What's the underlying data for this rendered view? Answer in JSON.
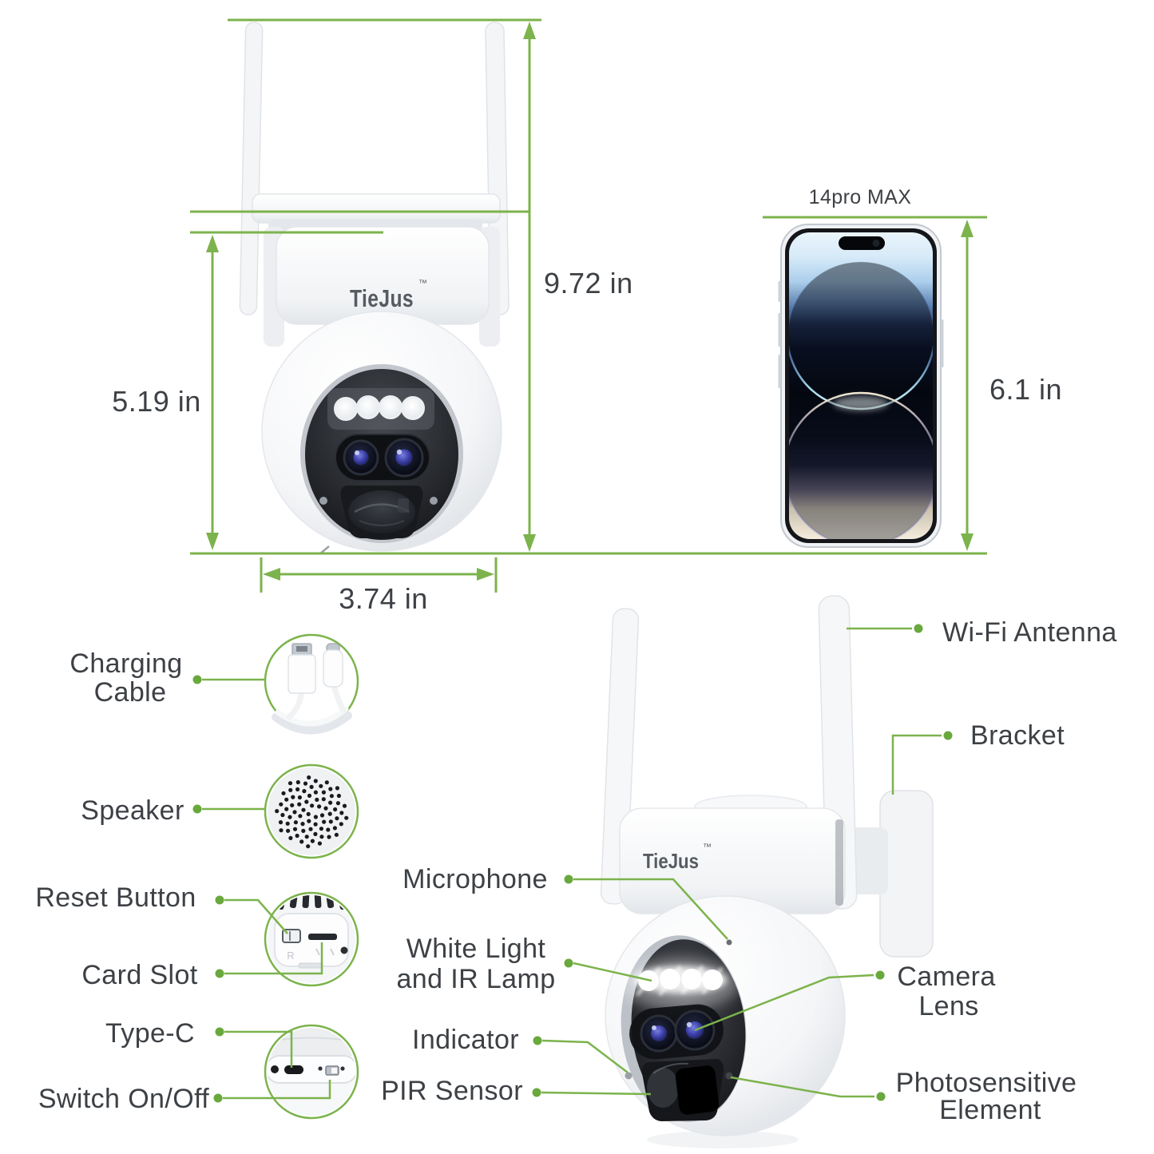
{
  "colors": {
    "accent_green": "#7cb34c",
    "leader_dot_green": "#69a83d",
    "label_text": "#3d4145",
    "background": "#ffffff"
  },
  "brand": {
    "logo": "TieJus",
    "trademark": "™"
  },
  "size_comparison": {
    "phone_model": "14pro MAX",
    "dim_total_height": "9.72 in",
    "dim_body_height": "5.19 in",
    "dim_width": "3.74 in",
    "dim_phone_height": "6.1 in"
  },
  "labels": {
    "charging_cable_1": "Charging",
    "charging_cable_2": "Cable",
    "speaker": "Speaker",
    "reset_button": "Reset Button",
    "card_slot": "Card Slot",
    "type_c": "Type-C",
    "switch_on_off": "Switch On/Off",
    "wifi_antenna": "Wi-Fi Antenna",
    "bracket": "Bracket",
    "microphone": "Microphone",
    "white_light_1": "White Light",
    "white_light_2": "and IR Lamp",
    "indicator": "Indicator",
    "pir_sensor": "PIR Sensor",
    "camera_lens_1": "Camera",
    "camera_lens_2": "Lens",
    "photosensitive_1": "Photosensitive",
    "photosensitive_2": "Element",
    "port_marking_r": "R"
  }
}
